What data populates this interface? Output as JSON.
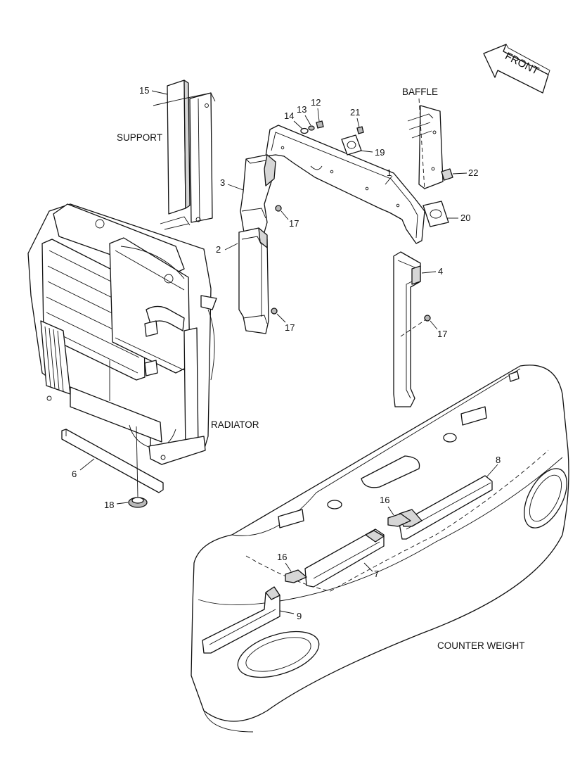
{
  "labels": {
    "front": "FRONT",
    "baffle": "BAFFLE",
    "support": "SUPPORT",
    "radiator": "RADIATOR",
    "counter_weight": "COUNTER WEIGHT"
  },
  "callouts": {
    "c1": "1",
    "c2": "2",
    "c3": "3",
    "c4": "4",
    "c6": "6",
    "c7": "7",
    "c8": "8",
    "c9": "9",
    "c12": "12",
    "c13": "13",
    "c14": "14",
    "c15": "15",
    "c16a": "16",
    "c16b": "16",
    "c17a": "17",
    "c17b": "17",
    "c17c": "17",
    "c18": "18",
    "c19": "19",
    "c20": "20",
    "c21": "21",
    "c22": "22"
  },
  "colors": {
    "line": "#111111",
    "shade": "#d6d6d6",
    "background": "#ffffff"
  }
}
